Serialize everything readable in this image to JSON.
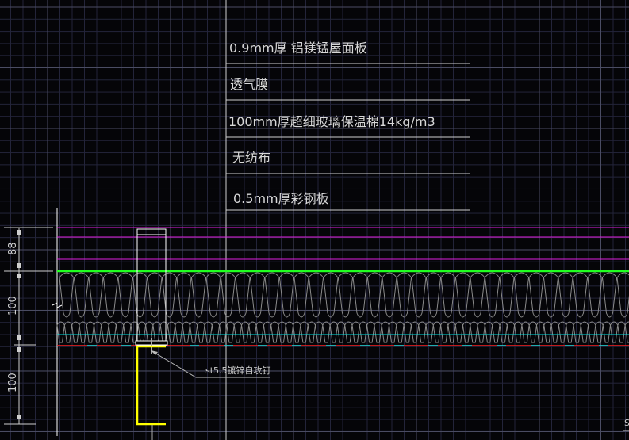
{
  "layers": [
    {
      "label": "0.9mm厚  铝镁锰屋面板"
    },
    {
      "label": "透气膜"
    },
    {
      "label": "100mm厚超细玻璃保温棉14kg/m3"
    },
    {
      "label": "无纺布"
    },
    {
      "label": "0.5mm厚彩钢板"
    }
  ],
  "dimensions": [
    "88",
    "100",
    "100"
  ],
  "fastener_label": "st5.5镀锌自攻钉",
  "corner_mark": "S",
  "colors": {
    "roof_panel": "#e020e0",
    "breather_membrane": "#20ff20",
    "non_woven": "#00e0e0",
    "steel_sheet": "#ff2020",
    "purlin": "#ffff00",
    "insulation": "#909090"
  }
}
